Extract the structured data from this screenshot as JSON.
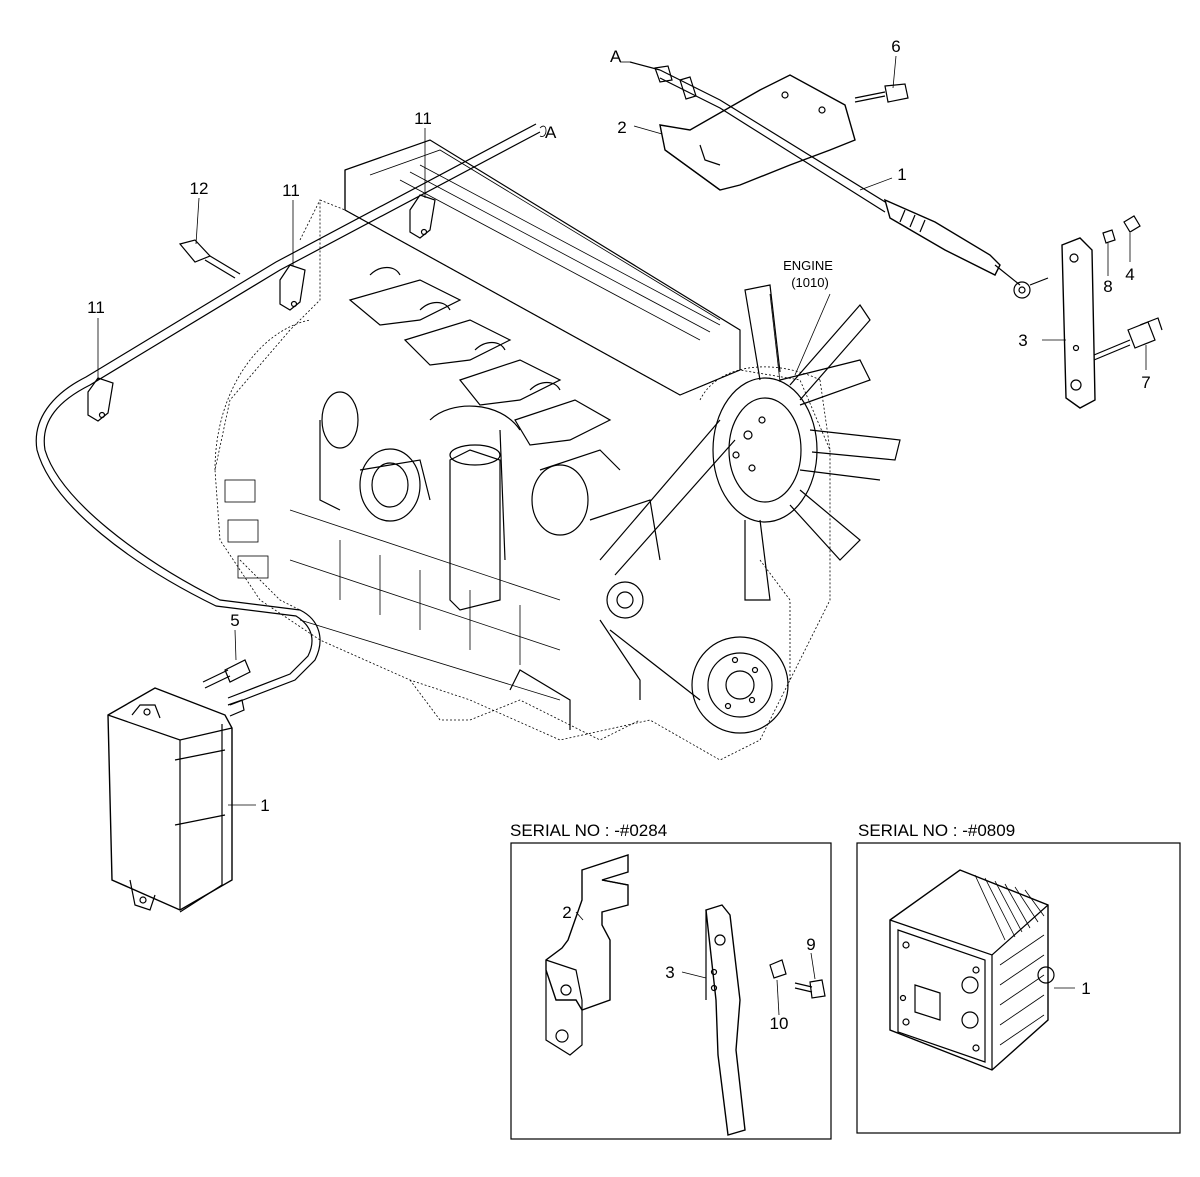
{
  "engine_label": {
    "line1": "ENGINE",
    "line2": "(1010)"
  },
  "connector_label": "A",
  "callouts": {
    "c1_cable": "1",
    "c2_bracket": "2",
    "c6": "6",
    "c3_plate": "3",
    "c8": "8",
    "c4": "4",
    "c7": "7",
    "c11_a": "11",
    "c11_b": "11",
    "c11_c": "11",
    "c12": "12",
    "c5": "5",
    "c1_box": "1"
  },
  "inset_left": {
    "title": "SERIAL NO : -#0284",
    "c2": "2",
    "c3": "3",
    "c9": "9",
    "c10": "10"
  },
  "inset_right": {
    "title": "SERIAL NO : -#0809",
    "c1": "1"
  }
}
